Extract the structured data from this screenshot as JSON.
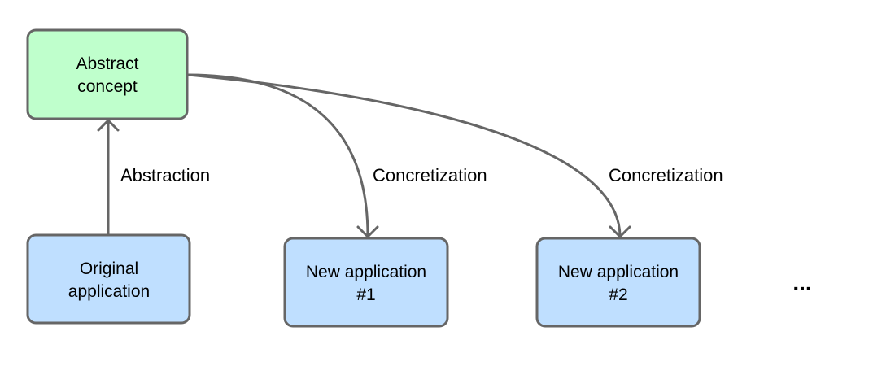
{
  "colors": {
    "concept_fill": "#bfffcc",
    "application_fill": "#bfdfff",
    "stroke": "#666666",
    "text": "#000000"
  },
  "nodes": {
    "abstract_concept": {
      "line1": "Abstract",
      "line2": "concept"
    },
    "original_application": {
      "line1": "Original",
      "line2": "application"
    },
    "new_application_1": {
      "line1": "New application",
      "line2": "#1"
    },
    "new_application_2": {
      "line1": "New application",
      "line2": "#2"
    }
  },
  "edges": {
    "abstraction": {
      "label": "Abstraction"
    },
    "concretization_1": {
      "label": "Concretization"
    },
    "concretization_2": {
      "label": "Concretization"
    }
  },
  "ellipsis": "..."
}
